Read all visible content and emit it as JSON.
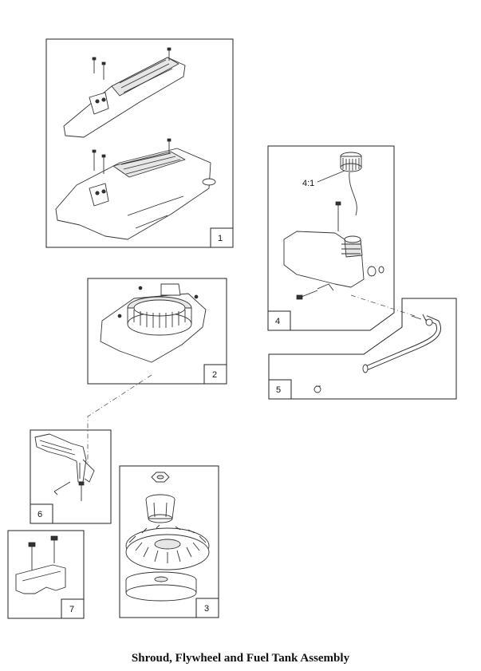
{
  "title": "Shroud, Flywheel and Fuel Tank Assembly",
  "callouts": {
    "c1": "1",
    "c2": "2",
    "c3": "3",
    "c4": "4",
    "c5": "5",
    "c6": "6",
    "c7": "7"
  },
  "fuel_tank": {
    "oil_ratio": "4:1"
  }
}
